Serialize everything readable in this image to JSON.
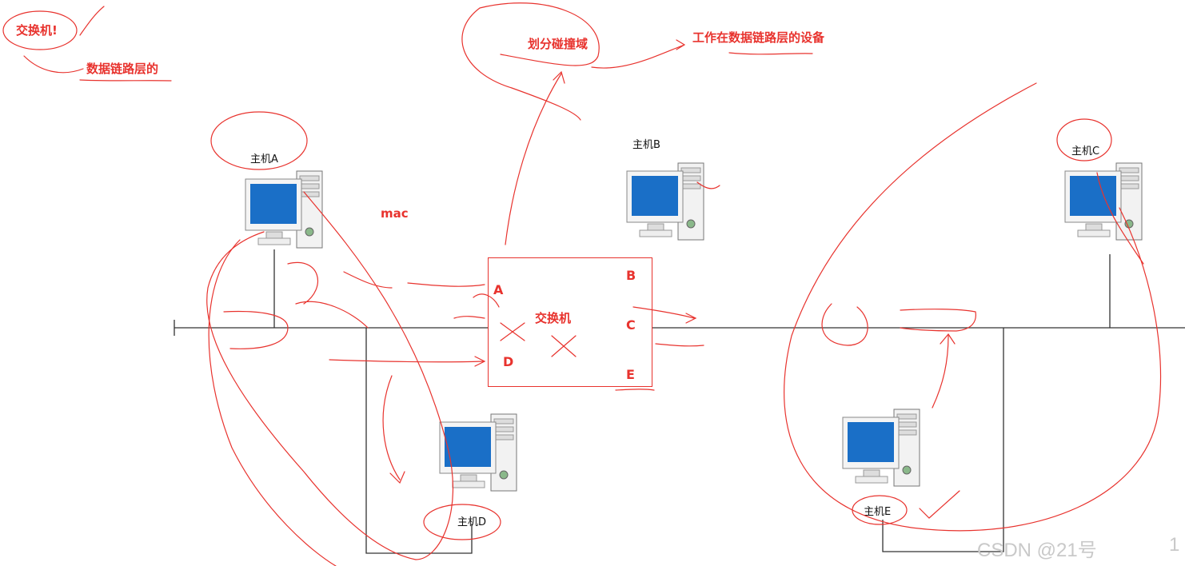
{
  "annotations": {
    "switch_note": "交换机!",
    "data_link_layer": "数据链路层的",
    "collision_domain": "划分碰撞域",
    "device_note": "工作在数据链路层的设备",
    "mac": "mac"
  },
  "switch": {
    "label": "交换机",
    "ports": [
      "A",
      "B",
      "C",
      "D",
      "E"
    ]
  },
  "hosts": {
    "a": "主机A",
    "b": "主机B",
    "c": "主机C",
    "d": "主机D",
    "e": "主机E"
  },
  "watermark": "CSDN @21号",
  "page_number": "1",
  "colors": {
    "annotation_red": "#e8332e",
    "network_line": "#333333",
    "monitor_blue": "#1a6fc7"
  },
  "icons": {
    "computer": "desktop-computer-icon"
  }
}
